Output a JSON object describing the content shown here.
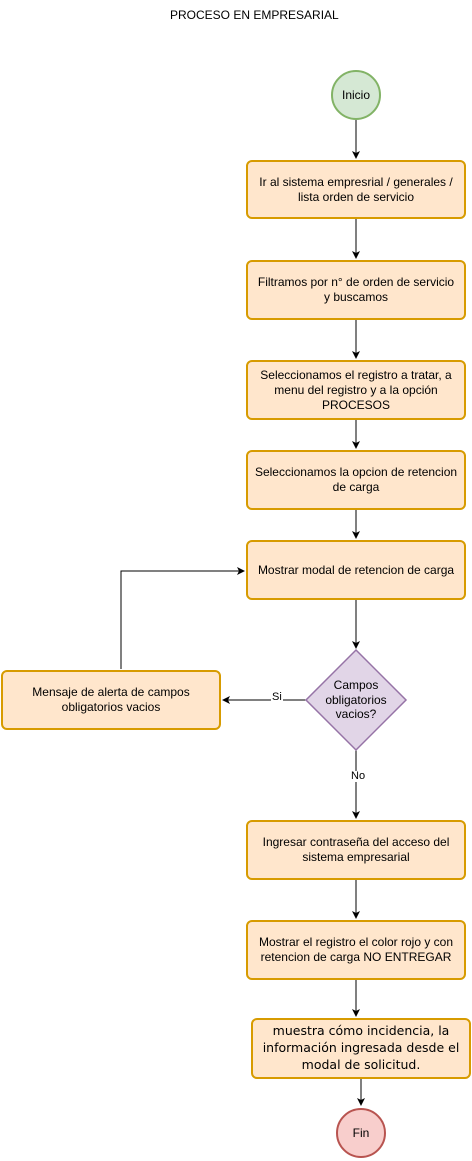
{
  "title": "PROCESO EN EMPRESARIAL",
  "nodes": {
    "inicio": "Inicio",
    "step1": "Ir al sistema empresrial / generales / lista orden de servicio",
    "step2": "Filtramos por n° de orden de servicio y buscamos",
    "step3": "Seleccionamos el registro a tratar, a menu del registro y a la opción PROCESOS",
    "step4": "Seleccionamos la opcion de retencion de carga",
    "step5": "Mostrar modal de retencion de carga",
    "decision": "Campos obligatorios vacios?",
    "alert": "Mensaje de alerta de campos obligatorios vacios",
    "step6": "Ingresar contraseña del acceso del sistema empresarial",
    "step7": "Mostrar el registro el color rojo y con retencion de carga NO ENTREGAR",
    "step8": "muestra cómo incidencia, la información ingresada desde el modal de solicitud.",
    "fin": "Fin"
  },
  "edge_labels": {
    "yes": "Si",
    "no": "No"
  },
  "colors": {
    "process_fill": "#ffe6cc",
    "process_stroke": "#d79b00",
    "start_fill": "#d5e8d4",
    "start_stroke": "#82b366",
    "end_fill": "#f8cecc",
    "end_stroke": "#b85450",
    "decision_fill": "#e1d5e7",
    "decision_stroke": "#9673a6"
  }
}
